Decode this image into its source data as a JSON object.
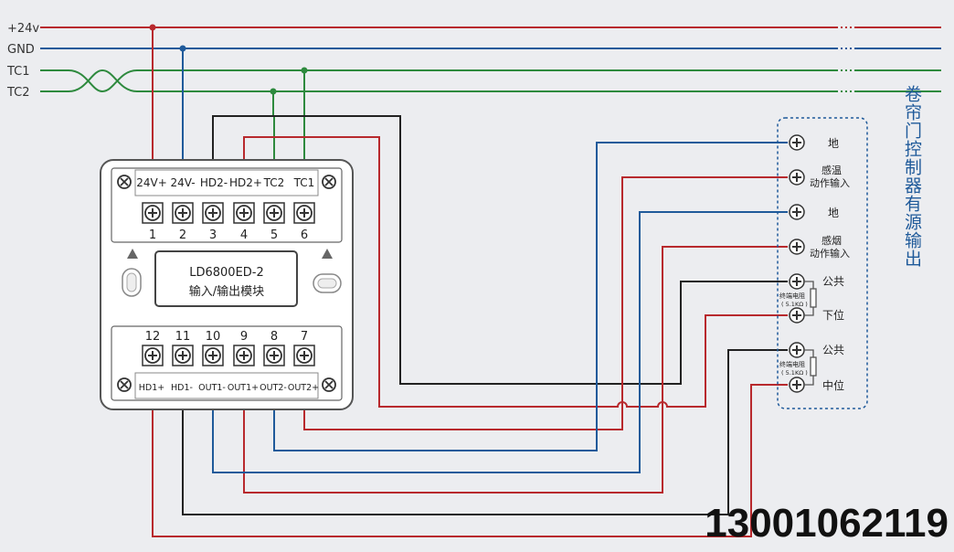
{
  "bus": {
    "p24v": "+24v",
    "gnd": "GND",
    "tc1": "TC1",
    "tc2": "TC2"
  },
  "module": {
    "model": "LD6800ED-2",
    "subtitle": "输入/输出模块",
    "top_labels": [
      "24V+",
      "24V-",
      "HD2-",
      "HD2+",
      "TC2",
      "TC1"
    ],
    "top_numbers": [
      "1",
      "2",
      "3",
      "4",
      "5",
      "6"
    ],
    "bottom_numbers": [
      "12",
      "11",
      "10",
      "9",
      "8",
      "7"
    ],
    "bottom_labels": [
      "HD1+",
      "HD1-",
      "OUT1-",
      "OUT1+",
      "OUT2-",
      "OUT2+"
    ]
  },
  "controller": {
    "title": "卷帘门控制器有源输出",
    "t1": "地",
    "t2_l1": "感温",
    "t2_l2": "动作输入",
    "t3": "地",
    "t4_l1": "感烟",
    "t4_l2": "动作输入",
    "t5": "公共",
    "t6": "下位",
    "t7": "公共",
    "t8": "中位",
    "res_label": "终端电阻",
    "res_value": "( 5.1KΩ )"
  },
  "phone": "13001062119",
  "colors": {
    "red": "#b8292d",
    "blue": "#1f5a9a",
    "green": "#2e8a3e",
    "black": "#222222"
  }
}
